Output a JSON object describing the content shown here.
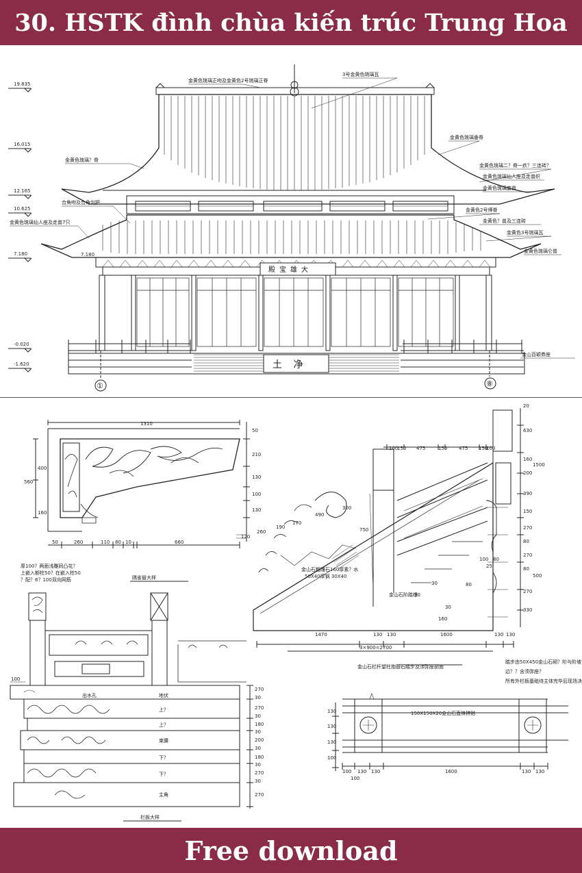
{
  "header": {
    "title": "30. HSTK đình chùa kiến trúc Trung Hoa"
  },
  "footer": {
    "label": "Free download"
  },
  "elevation": {
    "levels": [
      "19.835",
      "16.015",
      "12.165",
      "10.625",
      "7.180",
      "-0.020",
      "-1.620"
    ],
    "level_7180_tag": "7.180",
    "grid_axes": [
      "①",
      "⑧"
    ],
    "plaque": "殿宝雄大",
    "stele": "土 净",
    "callouts_left": [
      "金黄色琉璃正吻及金黄色2号琉璃正脊",
      "金黄色琉璃？脊",
      "合角吻及合角剑把",
      "金黄色琉璃仙人座及走兽7只"
    ],
    "callouts_right": [
      "3号金黄色琉璃瓦",
      "金黄色琉璃垂脊",
      "金黄色琉璃二？脊一疚？三连砖？",
      "金黄色琉璃仙人座及走兽织",
      "金黄色琉璃套兽",
      "金黄色2号博脊",
      "金黄色？兽及三连砖",
      "金黄色3号琉璃瓦",
      "金黄色琉璃仑兽"
    ],
    "callout_base": "金山百颖券座"
  },
  "bracket": {
    "dims_top": "1310",
    "dims_right": [
      "50",
      "210",
      "130",
      "100",
      "130"
    ],
    "dims_left": [
      "560",
      "400",
      "160"
    ],
    "dims_bottom": [
      "50",
      "260",
      "110",
      "80",
      "10",
      "660"
    ],
    "caption": "隅雀替大样"
  },
  "notes_left": [
    "厚100？两面浅雕同凸花？",
    "上嵌入额柱50？在嵌入柱50",
    "？配？6？100双向网筋"
  ],
  "stair": {
    "top_dims": [
      "100",
      "150",
      "475",
      "150",
      "475",
      "150",
      "100"
    ],
    "slope_dims": [
      "120",
      "260",
      "190",
      "170",
      "490",
      "300"
    ],
    "label_750": "750",
    "slab_note": "金山石粗雕石160厚素？水",
    "slab_note2": "50X40厚钢 30X40",
    "step_label": "金山石阶踏根",
    "bottom_dims": [
      "1470",
      "130",
      "130",
      "1600",
      "130",
      "130"
    ],
    "total_dim": "3×900=2700",
    "caption": "金山石栏杆望柱抱鼓石踏步及须弥座剖面",
    "right_dims": [
      "20",
      "630",
      "160",
      "200",
      "1500",
      "390",
      "150",
      "270",
      "80",
      "270",
      "80",
      "500",
      "270",
      "330"
    ],
    "inner_dims": [
      "100",
      "80",
      "25",
      "30",
      "30",
      "80",
      "30",
      "160"
    ]
  },
  "notes_right": [
    "踏步由50X450金山石砌？阶与阶坡口",
    "边？？含须弥座？",
    "所有外栏板基础待主体完毕后现场决定"
  ],
  "plinth": {
    "labels": [
      "出水孔",
      "地伏",
      "上？",
      "上？",
      "束腰",
      "下？",
      "下？",
      "主角"
    ],
    "left_dim": "100",
    "right_dims": [
      "270",
      "30",
      "270",
      "30",
      "180",
      "30",
      "200",
      "30",
      "180",
      "30",
      "270",
      "30",
      "270"
    ],
    "caption": "栏板大样"
  },
  "plan": {
    "label": "150X150X20金山石直锋拼贴",
    "left_dims": [
      "130",
      "130",
      "130",
      "100"
    ],
    "bottom_dims": [
      "100",
      "130",
      "130",
      "1600",
      "130",
      "130"
    ],
    "small_dim": "100"
  }
}
